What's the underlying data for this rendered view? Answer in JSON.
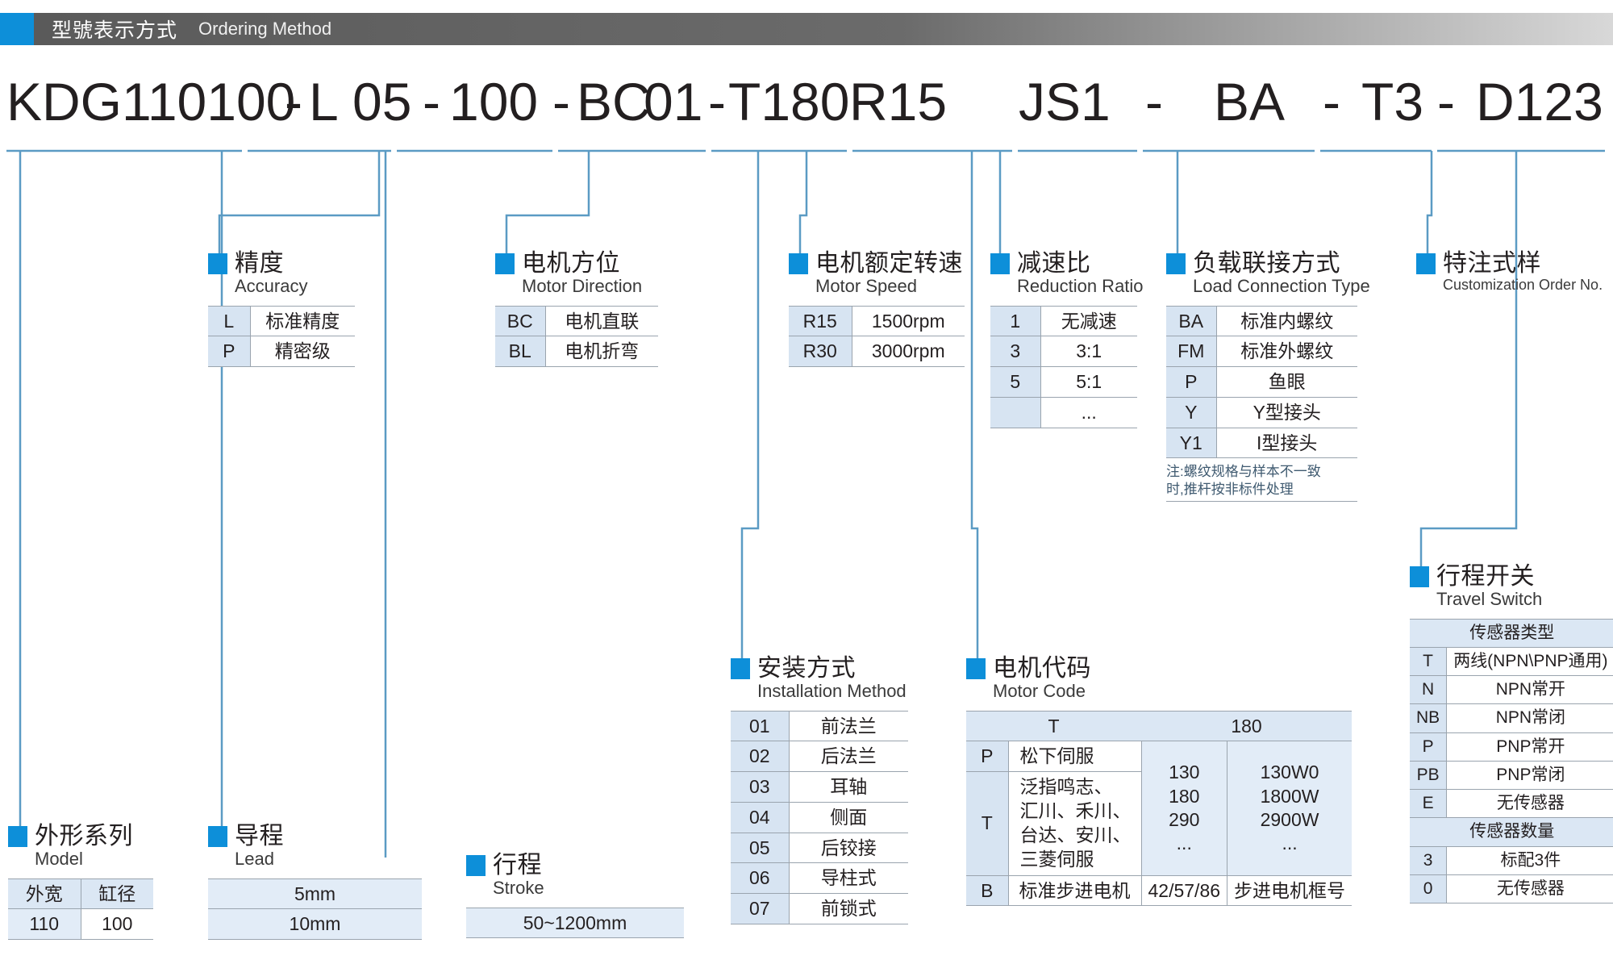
{
  "header": {
    "title_cn": "型號表示方式",
    "title_en": "Ordering Method",
    "accent": "#0d8fd9"
  },
  "model_code": {
    "segments": [
      "KDG110100",
      "-",
      "L",
      "05",
      "-",
      "100",
      "-",
      "BC",
      "01",
      "-",
      "T180",
      "R15",
      "JS1",
      "-",
      "BA",
      "-",
      "T3",
      "-",
      "D123"
    ],
    "full": "KDG110100-L 05-100-BC 01-T180 R15  JS1 - BA - T3 - D123"
  },
  "sections": {
    "model": {
      "cn": "外形系列",
      "en": "Model",
      "headers": [
        "外宽",
        "缸径"
      ],
      "rows": [
        [
          "110",
          "100"
        ]
      ]
    },
    "lead": {
      "cn": "导程",
      "en": "Lead",
      "rows": [
        "5mm",
        "10mm"
      ]
    },
    "accuracy": {
      "cn": "精度",
      "en": "Accuracy",
      "rows": [
        [
          "L",
          "标准精度"
        ],
        [
          "P",
          "精密级"
        ]
      ]
    },
    "stroke": {
      "cn": "行程",
      "en": "Stroke",
      "rows": [
        "50~1200mm"
      ]
    },
    "motor_direction": {
      "cn": "电机方位",
      "en": "Motor Direction",
      "rows": [
        [
          "BC",
          "电机直联"
        ],
        [
          "BL",
          "电机折弯"
        ]
      ]
    },
    "installation": {
      "cn": "安装方式",
      "en": "Installation Method",
      "rows": [
        [
          "01",
          "前法兰"
        ],
        [
          "02",
          "后法兰"
        ],
        [
          "03",
          "耳轴"
        ],
        [
          "04",
          "侧面"
        ],
        [
          "05",
          "后铰接"
        ],
        [
          "06",
          "导柱式"
        ],
        [
          "07",
          "前锁式"
        ]
      ]
    },
    "motor_code": {
      "cn": "电机代码",
      "en": "Motor Code",
      "col_headers": [
        "T",
        "180"
      ],
      "rows": [
        {
          "key": "P",
          "desc": "松下伺服"
        },
        {
          "key": "T",
          "desc": "泛指鸣志、\n汇川、禾川、\n台达、安川、\n三菱伺服",
          "num": "130\n180\n290\n...",
          "power": "130W0\n1800W\n2900W\n..."
        },
        {
          "key": "B",
          "desc": "标准步进电机",
          "num": "42/57/86",
          "power": "步进电机框号"
        }
      ]
    },
    "motor_speed": {
      "cn": "电机额定转速",
      "en": "Motor Speed",
      "rows": [
        [
          "R15",
          "1500rpm"
        ],
        [
          "R30",
          "3000rpm"
        ]
      ]
    },
    "reduction_ratio": {
      "cn": "减速比",
      "en": "Reduction Ratio",
      "rows": [
        [
          "1",
          "无减速"
        ],
        [
          "3",
          "3:1"
        ],
        [
          "5",
          "5:1"
        ],
        [
          "",
          "..."
        ]
      ]
    },
    "load_connection": {
      "cn": "负载联接方式",
      "en": "Load Connection Type",
      "rows": [
        [
          "BA",
          "标准内螺纹"
        ],
        [
          "FM",
          "标准外螺纹"
        ],
        [
          "P",
          "鱼眼"
        ],
        [
          "Y",
          "Y型接头"
        ],
        [
          "Y1",
          "I型接头"
        ]
      ],
      "note": "注:螺纹规格与样本不一致\n时,推杆按非标件处理"
    },
    "customization": {
      "cn": "特注式样",
      "en": "Customization Order No."
    },
    "travel_switch": {
      "cn": "行程开关",
      "en": "Travel Switch",
      "group1_header": "传感器类型",
      "group1_rows": [
        [
          "T",
          "两线(NPN\\PNP通用)"
        ],
        [
          "N",
          "NPN常开"
        ],
        [
          "NB",
          "NPN常闭"
        ],
        [
          "P",
          "PNP常开"
        ],
        [
          "PB",
          "PNP常闭"
        ],
        [
          "E",
          "无传感器"
        ]
      ],
      "group2_header": "传感器数量",
      "group2_rows": [
        [
          "3",
          "标配3件"
        ],
        [
          "0",
          "无传感器"
        ]
      ]
    }
  }
}
